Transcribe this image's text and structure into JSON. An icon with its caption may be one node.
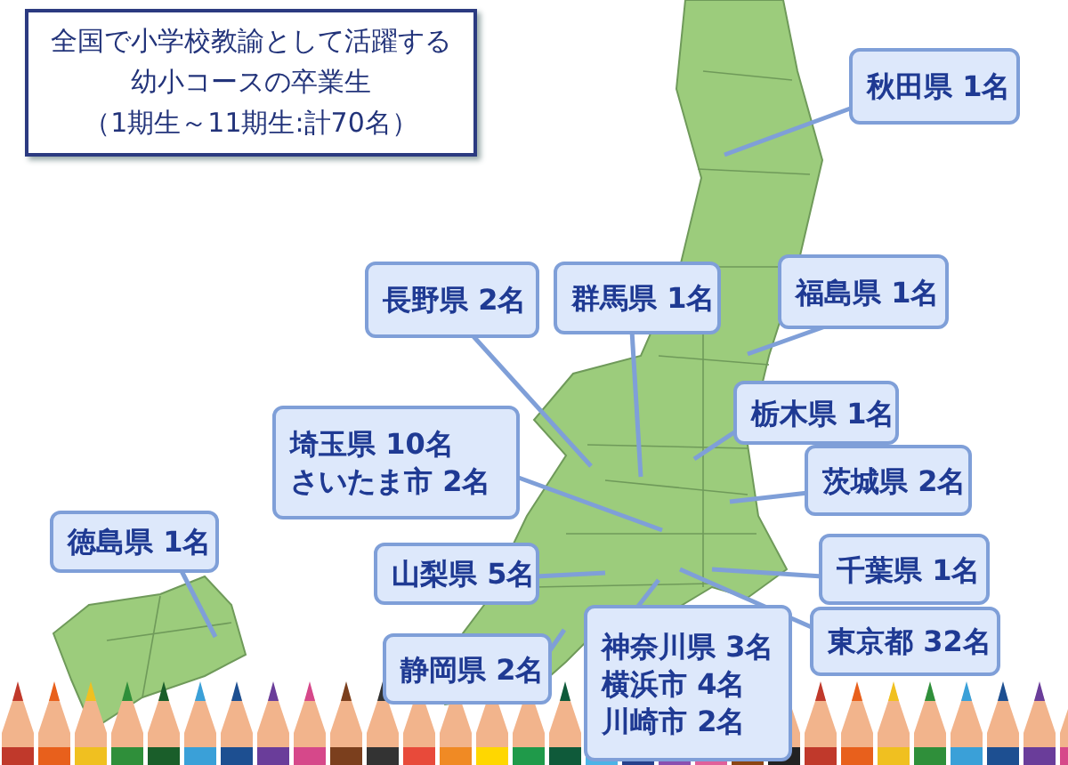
{
  "diagram": {
    "nodes": [
      {
        "text": [
          "全国で小学校教諭として活躍する",
          "幼小コースの卒業生",
          "（1期生～11期生:計70名）"
        ]
      },
      {
        "text": [
          "秋田県 1名"
        ]
      },
      {
        "text": [
          "長野県 2名"
        ]
      },
      {
        "text": [
          "群馬県 1名"
        ]
      },
      {
        "text": [
          "福島県 1名"
        ]
      },
      {
        "text": [
          "栃木県 1名"
        ]
      },
      {
        "text": [
          "埼玉県 10名",
          "さいたま市 2名"
        ]
      },
      {
        "text": [
          "茨城県 2名"
        ]
      },
      {
        "text": [
          "徳島県 1名"
        ]
      },
      {
        "text": [
          "山梨県 5名"
        ]
      },
      {
        "text": [
          "千葉県 1名"
        ]
      },
      {
        "text": [
          "静岡県 2名"
        ]
      },
      {
        "text": [
          "神奈川県 3名",
          "横浜市 4名",
          "川崎市 2名"
        ]
      },
      {
        "text": [
          "東京都 32名"
        ]
      }
    ],
    "edges": [
      {
        "from": 1,
        "to": null,
        "arrow": "none"
      },
      {
        "from": 2,
        "to": null,
        "arrow": "none"
      },
      {
        "from": 3,
        "to": null,
        "arrow": "none"
      },
      {
        "from": 4,
        "to": null,
        "arrow": "none"
      },
      {
        "from": 5,
        "to": null,
        "arrow": "none"
      },
      {
        "from": 6,
        "to": null,
        "arrow": "none"
      },
      {
        "from": 7,
        "to": null,
        "arrow": "none"
      },
      {
        "from": 8,
        "to": null,
        "arrow": "none"
      },
      {
        "from": 9,
        "to": null,
        "arrow": "none"
      },
      {
        "from": 10,
        "to": null,
        "arrow": "none"
      },
      {
        "from": 11,
        "to": null,
        "arrow": "none"
      },
      {
        "from": 12,
        "to": null,
        "arrow": "none"
      },
      {
        "from": 13,
        "to": null,
        "arrow": "none"
      }
    ]
  }
}
